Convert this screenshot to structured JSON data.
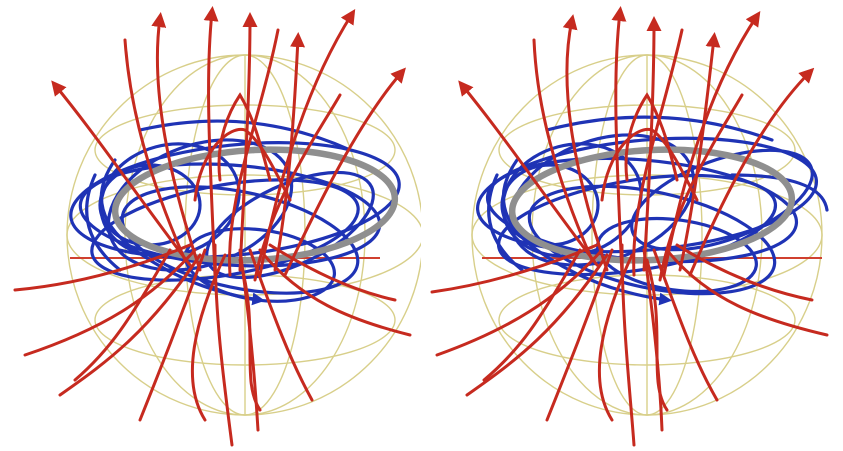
{
  "figure": {
    "panels": [
      {
        "id": "left",
        "view": "field-lines-view-1"
      },
      {
        "id": "right",
        "view": "field-lines-view-2"
      }
    ],
    "colors": {
      "background": "#ffffff",
      "sphere_wire": "#d8cf8a",
      "poloidal_field": "#c62a1f",
      "toroidal_field": "#1f33b5",
      "torus_ring": "#8f8f8f"
    },
    "legend": null
  }
}
